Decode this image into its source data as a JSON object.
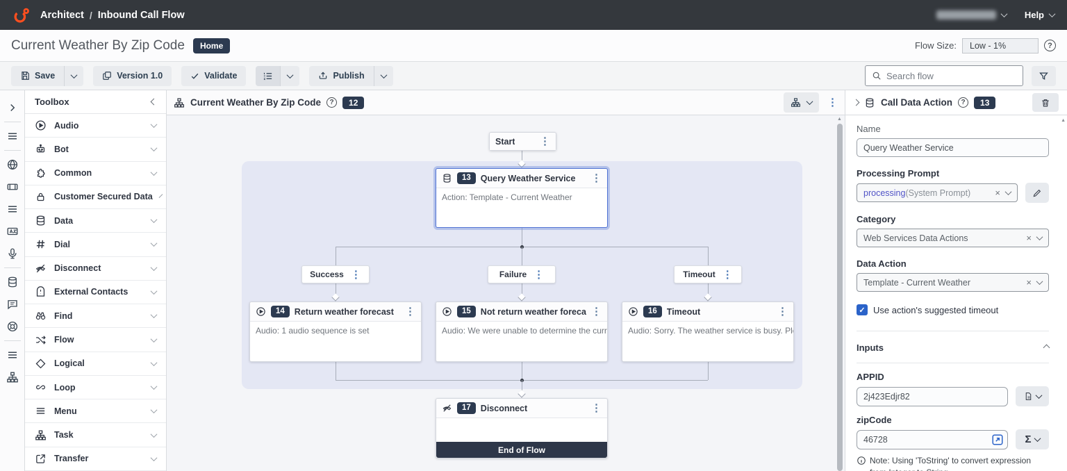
{
  "colors": {
    "accent_orange": "#ff4f1f",
    "badge_navy": "#2c3a50",
    "selection_blue": "#5173d4",
    "checkbox_blue": "#2b63c9",
    "prompt_link_indigo": "#5053c6",
    "topbar_dark": "#34383d",
    "container_lavender": "#e4e7f4"
  },
  "icons": {
    "brand": "genesys-logo-icon",
    "search": "magnifier-icon",
    "filter": "funnel-icon",
    "delete": "trash-icon",
    "edit": "pencil-icon",
    "expression": "sigma-icon",
    "literal": "document-icon",
    "expression_mode": "arrow-up-right-box-icon"
  },
  "topbar": {
    "app_name": "Architect",
    "breadcrumb_separator": "/",
    "flow_type": "Inbound Call Flow",
    "help_label": "Help"
  },
  "titlebar": {
    "title": "Current Weather By Zip Code",
    "home_badge": "Home",
    "flow_size_label": "Flow Size:",
    "flow_size_value": "Low - 1%"
  },
  "toolbar": {
    "save_label": "Save",
    "version_label": "Version 1.0",
    "validate_label": "Validate",
    "publish_label": "Publish",
    "search_placeholder": "Search flow"
  },
  "toolbox": {
    "header": "Toolbox",
    "items": [
      {
        "label": "Audio",
        "icon": "play-circle-icon"
      },
      {
        "label": "Bot",
        "icon": "robot-icon"
      },
      {
        "label": "Common",
        "icon": "puzzle-icon"
      },
      {
        "label": "Customer Secured Data",
        "icon": "lock-icon"
      },
      {
        "label": "Data",
        "icon": "database-icon"
      },
      {
        "label": "Dial",
        "icon": "hash-icon"
      },
      {
        "label": "Disconnect",
        "icon": "phone-slash-icon"
      },
      {
        "label": "External Contacts",
        "icon": "contact-book-icon"
      },
      {
        "label": "Find",
        "icon": "binoculars-icon"
      },
      {
        "label": "Flow",
        "icon": "shuffle-icon"
      },
      {
        "label": "Logical",
        "icon": "diamond-icon"
      },
      {
        "label": "Loop",
        "icon": "infinity-icon"
      },
      {
        "label": "Menu",
        "icon": "menu-lines-icon"
      },
      {
        "label": "Task",
        "icon": "sitemap-icon"
      },
      {
        "label": "Transfer",
        "icon": "external-link-icon"
      }
    ]
  },
  "canvas": {
    "title": "Current Weather By Zip Code",
    "count_badge": "12"
  },
  "flow": {
    "start_label": "Start",
    "action_node": {
      "number": "13",
      "title": "Query Weather Service",
      "body": "Action: Template - Current Weather"
    },
    "branches": [
      {
        "label": "Success",
        "number": "14",
        "title": "Return weather forecast",
        "body": "Audio: 1 audio sequence is set"
      },
      {
        "label": "Failure",
        "number": "15",
        "title": "Not return weather forecast",
        "body": "Audio: We were unable to determine the current w..."
      },
      {
        "label": "Timeout",
        "number": "16",
        "title": "Timeout",
        "body": "Audio: Sorry. The weather service is busy. Please ..."
      }
    ],
    "disconnect_node": {
      "number": "17",
      "title": "Disconnect",
      "footer": "End of Flow"
    }
  },
  "panel": {
    "title": "Call Data Action",
    "count_badge": "13",
    "name_label": "Name",
    "name_value": "Query Weather Service",
    "processing_prompt_label": "Processing Prompt",
    "processing_prompt_value": "processing",
    "processing_prompt_suffix": " (System Prompt)",
    "category_label": "Category",
    "category_value": "Web Services Data Actions",
    "data_action_label": "Data Action",
    "data_action_value": "Template - Current Weather",
    "timeout_checkbox_label": "Use action's suggested timeout",
    "inputs_header": "Inputs",
    "appid_label": "APPID",
    "appid_value": "2j423Edjr82",
    "zipcode_label": "zipCode",
    "zipcode_value": "46728",
    "sigma_label": "Σ",
    "note_text": "Note: Using 'ToString' to convert expression from Integer to String."
  }
}
